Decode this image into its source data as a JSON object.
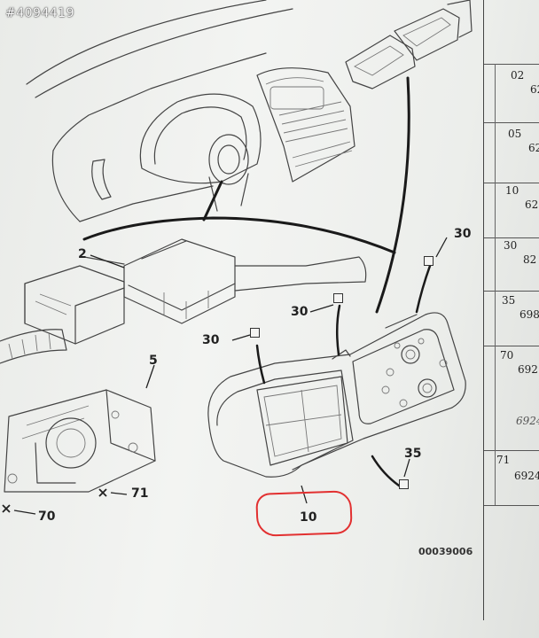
{
  "watermark": "#4094419",
  "drawing_code": "00039006",
  "callouts": {
    "c2": "2",
    "c30a": "30",
    "c30b": "30",
    "c30c": "30",
    "c5": "5",
    "c71": "71",
    "c70": "70",
    "c35": "35",
    "c10": "10"
  },
  "ref_table": [
    {
      "num": "02",
      "code": "62"
    },
    {
      "num": "05",
      "code": "62"
    },
    {
      "num": "10",
      "code": "62"
    },
    {
      "num": "30",
      "code": "82"
    },
    {
      "num": "35",
      "code": "698"
    },
    {
      "num": "70",
      "code": "692",
      "extra": "6924"
    },
    {
      "num": "71",
      "code": "6924"
    }
  ],
  "colors": {
    "highlight": "#e23030",
    "ink": "#333333"
  }
}
